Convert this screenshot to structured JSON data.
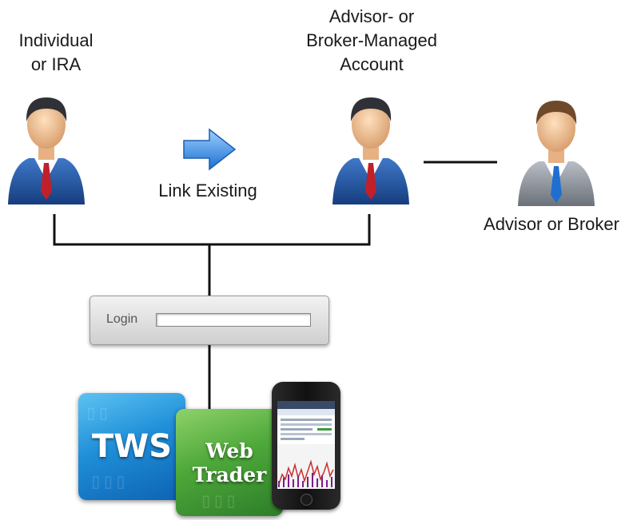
{
  "labels": {
    "individual": "Individual\nor IRA",
    "managed": "Advisor- or\nBroker-Managed\nAccount",
    "link": "Link Existing",
    "advisor": "Advisor or Broker"
  },
  "login": {
    "label": "Login",
    "value": ""
  },
  "apps": {
    "tws": "TWS",
    "web_line1": "Web",
    "web_line2": "Trader"
  },
  "colors": {
    "suit_blue": "#1d4f9a",
    "suit_gray": "#8a9098",
    "tie_red": "#c0202a",
    "tie_blue": "#1f6fd0",
    "arrow_blue": "#3a8ee6",
    "line": "#111111"
  },
  "icons": {
    "person_individual": "person-icon",
    "person_managed": "person-icon",
    "person_advisor": "person-icon",
    "arrow": "arrow-right-icon"
  }
}
